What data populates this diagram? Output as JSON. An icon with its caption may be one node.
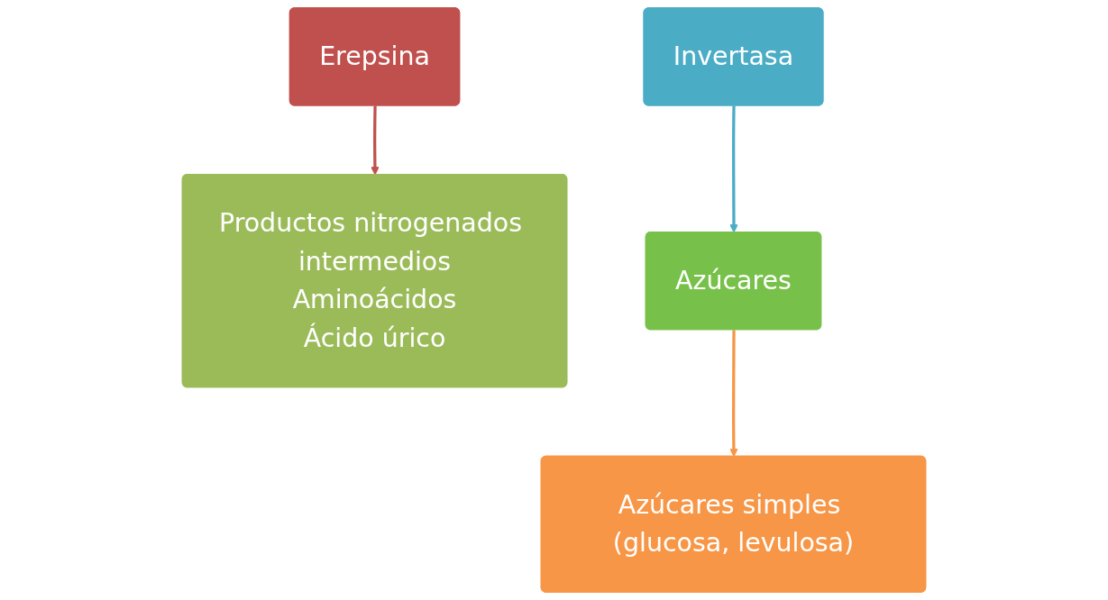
{
  "diagram": {
    "nodes": [
      {
        "text": [
          "Erepsina"
        ]
      },
      {
        "text": [
          "Productos nitrogenados intermedios",
          "Aminoácidos",
          "Ácido úrico"
        ]
      },
      {
        "text": [
          "Invertasa"
        ]
      },
      {
        "text": [
          "Azúcares"
        ]
      },
      {
        "text": [
          "Azúcares simples (glucosa, levulosa)"
        ]
      }
    ],
    "edges": [
      {
        "from": 0,
        "to": 1,
        "arrow": "to",
        "color": "#c0504d"
      },
      {
        "from": 2,
        "to": 3,
        "arrow": "to",
        "color": "#4bacc6"
      },
      {
        "from": 3,
        "to": 4,
        "arrow": "to",
        "color": "#f79646"
      }
    ]
  }
}
